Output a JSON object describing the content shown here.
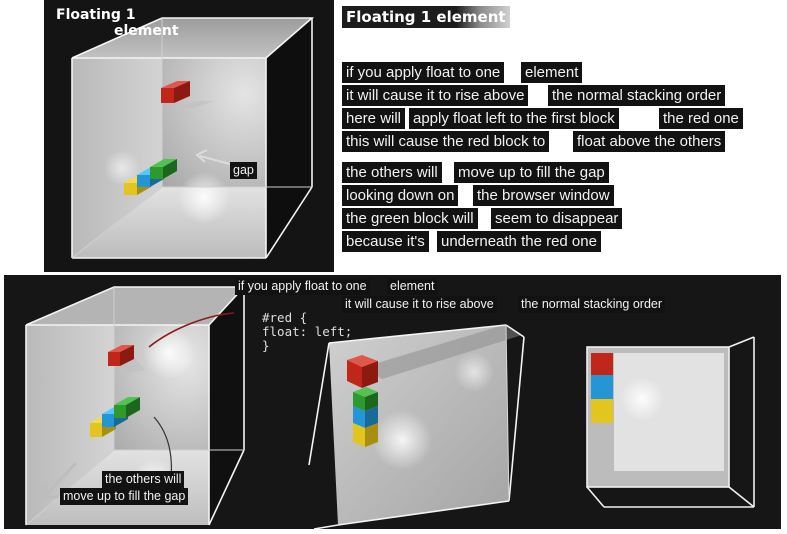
{
  "heading": "Floating 1 element",
  "top_panel": {
    "title_line1": "Floating 1",
    "title_line2": "element",
    "gap_label": "gap"
  },
  "narration": {
    "block1": [
      [
        "if you apply float to one",
        "element"
      ],
      [
        "it will cause it to rise above",
        "the normal stacking order"
      ],
      [
        "here will",
        "apply float left to the first block",
        "the red one"
      ],
      [
        "this will cause the red block to",
        "float above the others"
      ]
    ],
    "block2": [
      [
        "the others will",
        "move up to fill the gap"
      ],
      [
        "looking down on",
        "the browser window"
      ],
      [
        "the green block will",
        "seem to disappear"
      ],
      [
        "because it's",
        "underneath the red one"
      ]
    ]
  },
  "bottom_panel": {
    "caption1": [
      "if you apply float to one",
      "element"
    ],
    "caption2": [
      "it will cause it to rise above",
      "the normal stacking order"
    ],
    "code": [
      "#red {",
      "float: left;",
      "}"
    ],
    "caption3": [
      "the others will",
      "move up to fill the gap"
    ]
  },
  "colors": {
    "red_block": "#c0261a",
    "green_block": "#2e9a2e",
    "blue_block": "#2496d6",
    "yellow_block": "#e3c51f",
    "panel_background": "#141414",
    "caption_background": "#121212"
  },
  "icons": [
    "arrow-icon",
    "curve-connector"
  ]
}
